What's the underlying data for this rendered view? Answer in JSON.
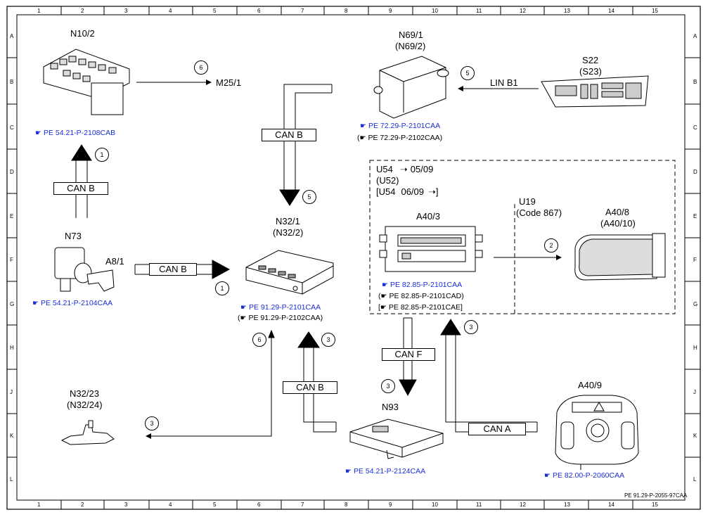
{
  "grid": {
    "cols": [
      "1",
      "2",
      "3",
      "4",
      "5",
      "6",
      "7",
      "8",
      "9",
      "10",
      "11",
      "12",
      "13",
      "14",
      "15"
    ],
    "rows": [
      "A",
      "B",
      "C",
      "D",
      "E",
      "F",
      "G",
      "H",
      "J",
      "K",
      "L"
    ]
  },
  "components": {
    "n10_2": {
      "label": "N10/2",
      "ref": "PE 54.21-P-2108CAB"
    },
    "n69_1": {
      "label": "N69/1",
      "alt": "(N69/2)",
      "ref": "PE 72.29-P-2101CAA",
      "ref2": "PE 72.29-P-2102CAA)"
    },
    "s22": {
      "label": "S22",
      "alt": "(S23)"
    },
    "m25_1": {
      "label": "M25/1"
    },
    "n73": {
      "label": "N73",
      "ref": "PE 54.21-P-2104CAA"
    },
    "a8_1": {
      "label": "A8/1"
    },
    "n32_1": {
      "label": "N32/1",
      "alt": "(N32/2)",
      "ref": "PE 91.29-P-2101CAA",
      "ref2": "PE 91.29-P-2102CAA)"
    },
    "u54": {
      "line1": "U54",
      "line1b": "05/09",
      "line2": "(U52)",
      "line3": "[U54",
      "line3b": "06/09",
      "line3c": "]"
    },
    "a40_3": {
      "label": "A40/3",
      "ref": "PE 82.85-P-2101CAA",
      "ref2": "PE 82.85-P-2101CAD)",
      "ref3": "PE 82.85-P-2101CAE]"
    },
    "u19": {
      "label": "U19",
      "alt": "(Code 867)"
    },
    "a40_8": {
      "label": "A40/8",
      "alt": "(A40/10)"
    },
    "n32_23": {
      "label": "N32/23",
      "alt": "(N32/24)"
    },
    "n93": {
      "label": "N93",
      "ref": "PE 54.21-P-2124CAA"
    },
    "a40_9": {
      "label": "A40/9",
      "ref": "PE 82.00-P-2060CAA"
    }
  },
  "buses": {
    "can_b": "CAN B",
    "can_f": "CAN F",
    "can_a": "CAN A",
    "lin_b1": "LIN B1"
  },
  "ref_prefix_open": "(",
  "ref_prefix_open_bracket": "[",
  "markers": {
    "m1": "1",
    "m2": "2",
    "m3": "3",
    "m5": "5",
    "m6": "6"
  },
  "footer": "PE 91.29-P-2055-97CAA"
}
